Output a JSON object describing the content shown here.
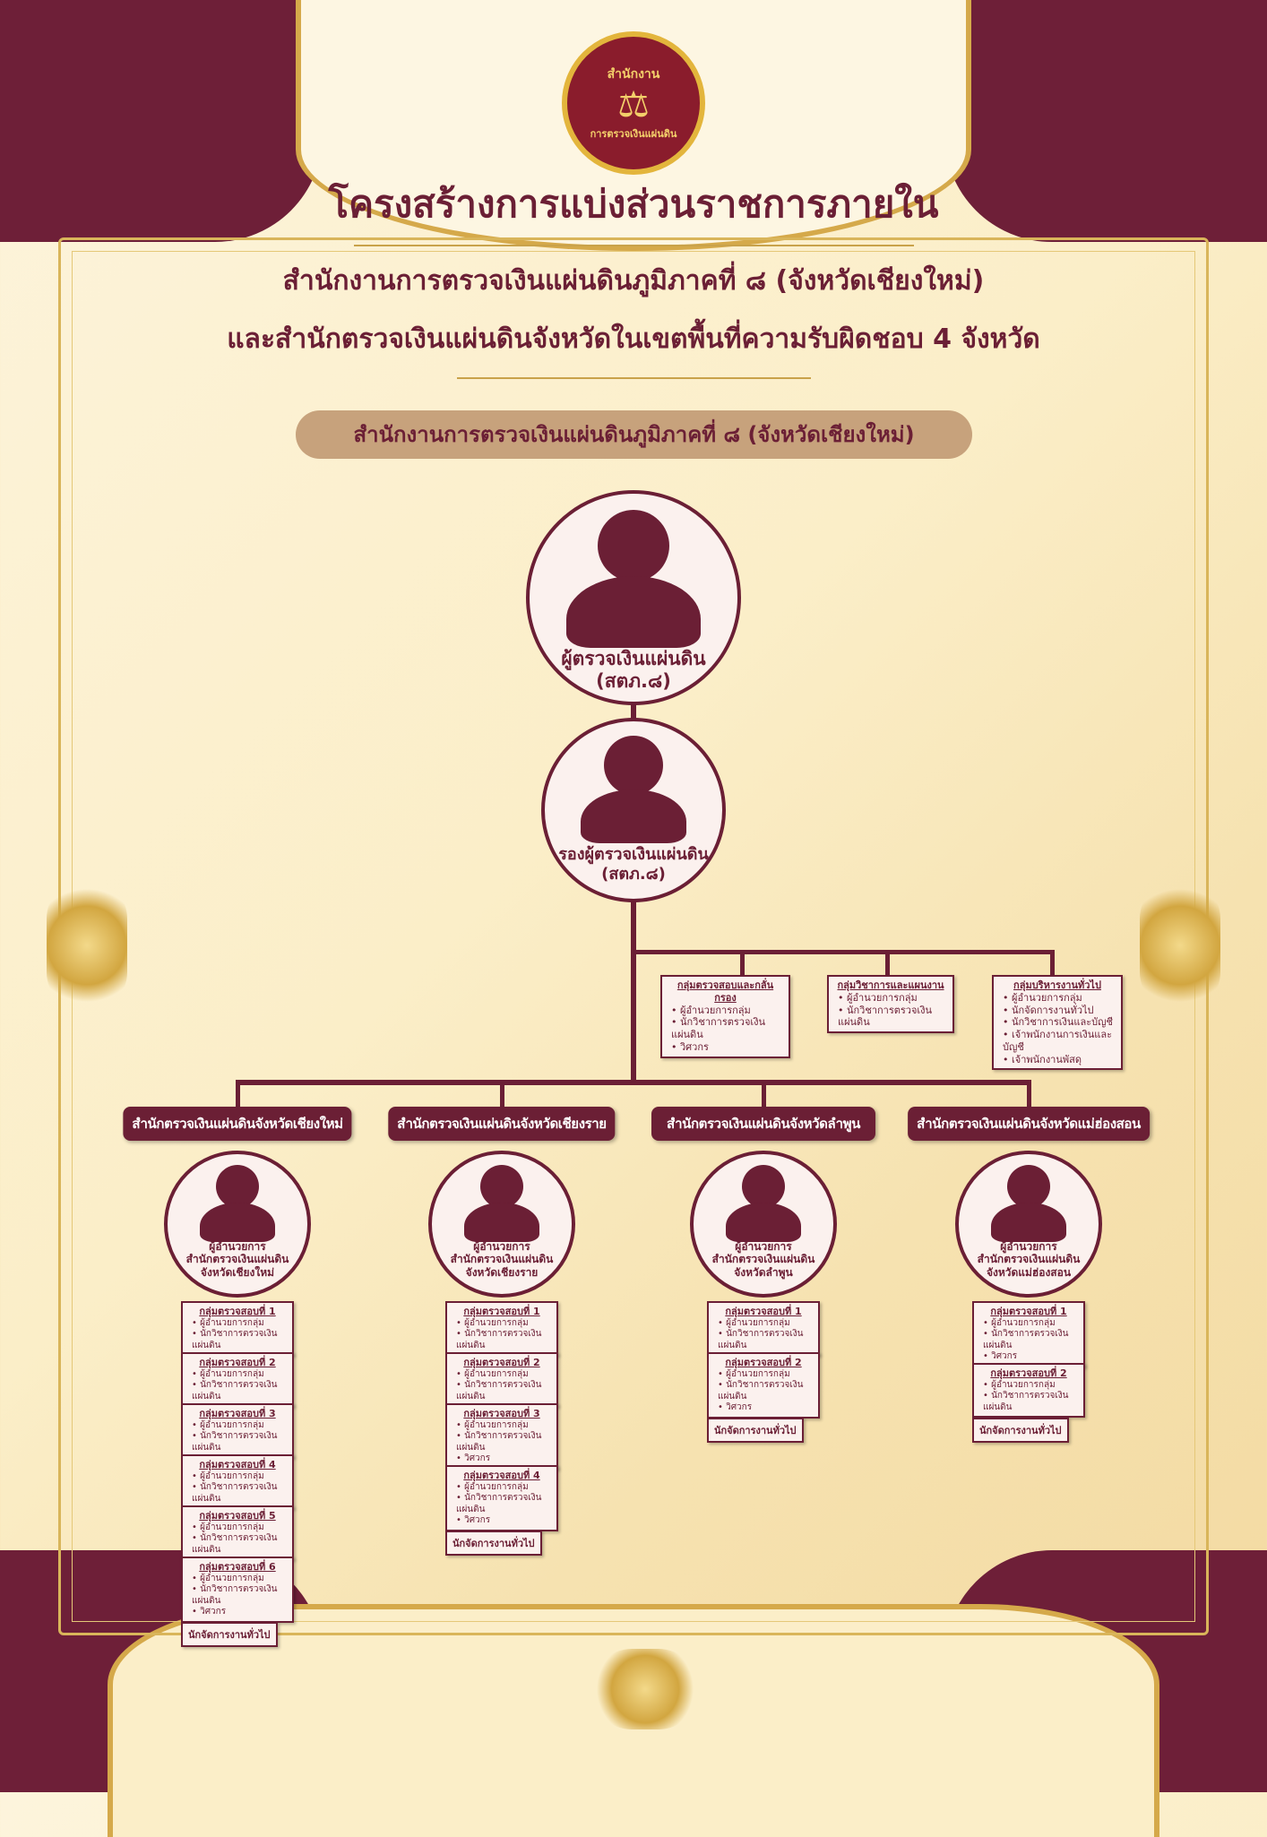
{
  "logo": {
    "text_top": "สำนักงาน",
    "text_bottom": "การตรวจเงินแผ่นดิน"
  },
  "title": "โครงสร้างการแบ่งส่วนราชการภายใน",
  "subtitle1": "สำนักงานการตรวจเงินแผ่นดินภูมิภาคที่ ๘ (จังหวัดเชียงใหม่)",
  "subtitle2": "และสำนักตรวจเงินแผ่นดินจังหวัดในเขตพื้นที่ความรับผิดชอบ 4 จังหวัด",
  "office_pill": "สำนักงานการตรวจเงินแผ่นดินภูมิภาคที่ ๘ (จังหวัดเชียงใหม่)",
  "head": {
    "line1": "ผู้ตรวจเงินแผ่นดิน",
    "line2": "(สตภ.๘)"
  },
  "deputy": {
    "line1": "รองผู้ตรวจเงินแผ่นดิน",
    "line2": "(สตภ.๘)"
  },
  "groups": [
    {
      "title": "กลุ่มตรวจสอบและกลั่นกรอง",
      "items": [
        "ผู้อำนวยการกลุ่ม",
        "นักวิชาการตรวจเงินแผ่นดิน",
        "วิศวกร"
      ]
    },
    {
      "title": "กลุ่มวิชาการและแผนงาน",
      "items": [
        "ผู้อำนวยการกลุ่ม",
        "นักวิชาการตรวจเงินแผ่นดิน"
      ]
    },
    {
      "title": "กลุ่มบริหารงานทั่วไป",
      "items": [
        "ผู้อำนวยการกลุ่ม",
        "นักจัดการงานทั่วไป",
        "นักวิชาการเงินและบัญชี",
        "เจ้าพนักงานการเงินและบัญชี",
        "เจ้าพนักงานพัสดุ"
      ]
    }
  ],
  "provinces": [
    {
      "header": "สำนักตรวจเงินแผ่นดินจังหวัดเชียงใหม่",
      "director": [
        "ผู้อำนวยการ",
        "สำนักตรวจเงินแผ่นดิน",
        "จังหวัดเชียงใหม่"
      ],
      "units": [
        {
          "title": "กลุ่มตรวจสอบที่ 1",
          "items": [
            "ผู้อำนวยการกลุ่ม",
            "นักวิชาการตรวจเงินแผ่นดิน"
          ]
        },
        {
          "title": "กลุ่มตรวจสอบที่ 2",
          "items": [
            "ผู้อำนวยการกลุ่ม",
            "นักวิชาการตรวจเงินแผ่นดิน"
          ]
        },
        {
          "title": "กลุ่มตรวจสอบที่ 3",
          "items": [
            "ผู้อำนวยการกลุ่ม",
            "นักวิชาการตรวจเงินแผ่นดิน"
          ]
        },
        {
          "title": "กลุ่มตรวจสอบที่ 4",
          "items": [
            "ผู้อำนวยการกลุ่ม",
            "นักวิชาการตรวจเงินแผ่นดิน"
          ]
        },
        {
          "title": "กลุ่มตรวจสอบที่ 5",
          "items": [
            "ผู้อำนวยการกลุ่ม",
            "นักวิชาการตรวจเงินแผ่นดิน"
          ]
        },
        {
          "title": "กลุ่มตรวจสอบที่ 6",
          "items": [
            "ผู้อำนวยการกลุ่ม",
            "นักวิชาการตรวจเงินแผ่นดิน",
            "วิศวกร"
          ]
        }
      ],
      "general": "นักจัดการงานทั่วไป"
    },
    {
      "header": "สำนักตรวจเงินแผ่นดินจังหวัดเชียงราย",
      "director": [
        "ผู้อำนวยการ",
        "สำนักตรวจเงินแผ่นดิน",
        "จังหวัดเชียงราย"
      ],
      "units": [
        {
          "title": "กลุ่มตรวจสอบที่ 1",
          "items": [
            "ผู้อำนวยการกลุ่ม",
            "นักวิชาการตรวจเงินแผ่นดิน"
          ]
        },
        {
          "title": "กลุ่มตรวจสอบที่ 2",
          "items": [
            "ผู้อำนวยการกลุ่ม",
            "นักวิชาการตรวจเงินแผ่นดิน"
          ]
        },
        {
          "title": "กลุ่มตรวจสอบที่ 3",
          "items": [
            "ผู้อำนวยการกลุ่ม",
            "นักวิชาการตรวจเงินแผ่นดิน",
            "วิศวกร"
          ]
        },
        {
          "title": "กลุ่มตรวจสอบที่ 4",
          "items": [
            "ผู้อำนวยการกลุ่ม",
            "นักวิชาการตรวจเงินแผ่นดิน",
            "วิศวกร"
          ]
        }
      ],
      "general": "นักจัดการงานทั่วไป"
    },
    {
      "header": "สำนักตรวจเงินแผ่นดินจังหวัดลำพูน",
      "director": [
        "ผู้อำนวยการ",
        "สำนักตรวจเงินแผ่นดิน",
        "จังหวัดลำพูน"
      ],
      "units": [
        {
          "title": "กลุ่มตรวจสอบที่ 1",
          "items": [
            "ผู้อำนวยการกลุ่ม",
            "นักวิชาการตรวจเงินแผ่นดิน"
          ]
        },
        {
          "title": "กลุ่มตรวจสอบที่ 2",
          "items": [
            "ผู้อำนวยการกลุ่ม",
            "นักวิชาการตรวจเงินแผ่นดิน",
            "วิศวกร"
          ]
        }
      ],
      "general": "นักจัดการงานทั่วไป"
    },
    {
      "header": "สำนักตรวจเงินแผ่นดินจังหวัดแม่ฮ่องสอน",
      "director": [
        "ผู้อำนวยการ",
        "สำนักตรวจเงินแผ่นดิน",
        "จังหวัดแม่ฮ่องสอน"
      ],
      "units": [
        {
          "title": "กลุ่มตรวจสอบที่ 1",
          "items": [
            "ผู้อำนวยการกลุ่ม",
            "นักวิชาการตรวจเงินแผ่นดิน",
            "วิศวกร"
          ]
        },
        {
          "title": "กลุ่มตรวจสอบที่ 2",
          "items": [
            "ผู้อำนวยการกลุ่ม",
            "นักวิชาการตรวจเงินแผ่นดิน"
          ]
        }
      ],
      "general": "นักจัดการงานทั่วไป"
    }
  ]
}
